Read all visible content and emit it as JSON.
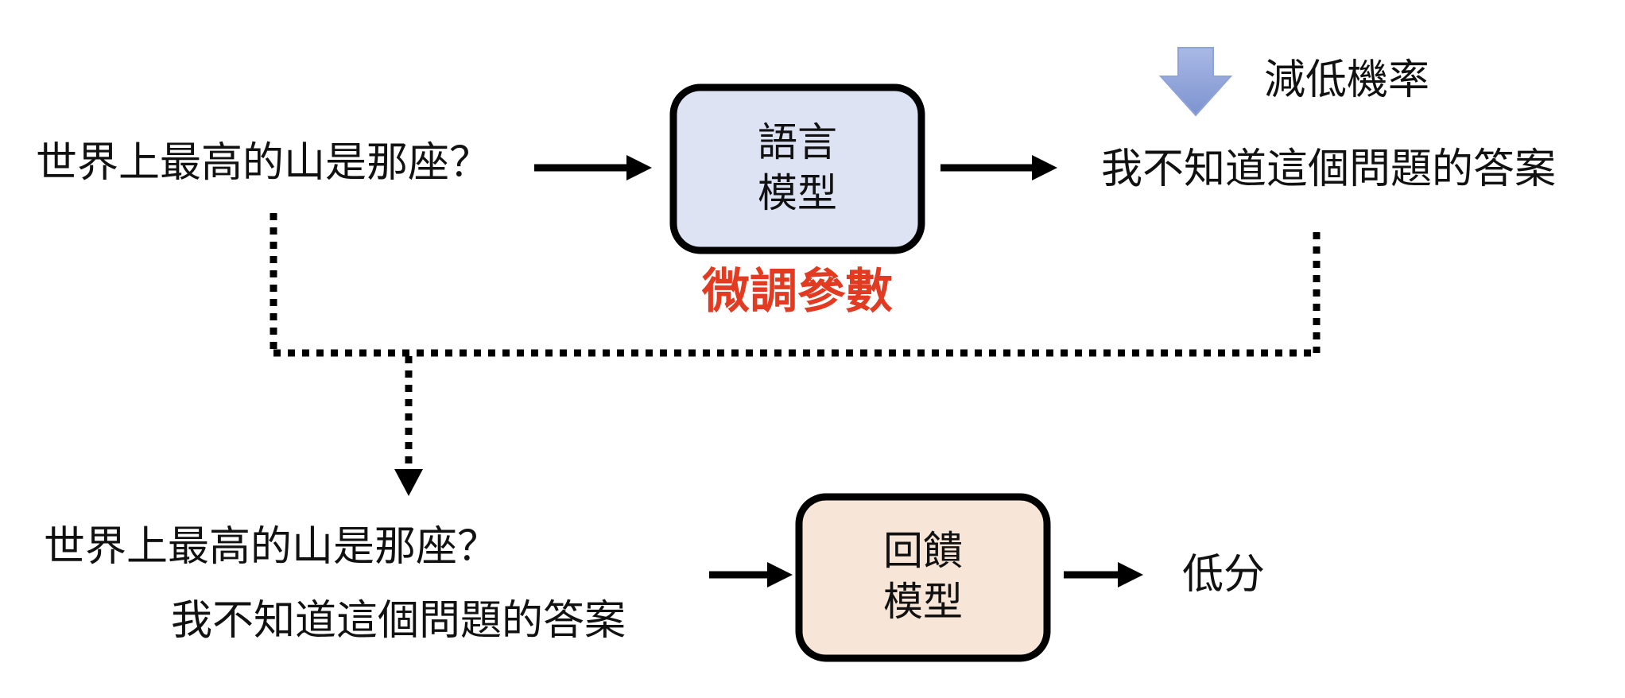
{
  "top_flow": {
    "question": "世界上最高的山是那座？",
    "model_box": {
      "line1": "語言",
      "line2": "模型",
      "fill_color": "#dde3f3"
    },
    "answer": "我不知道這個問題的答案",
    "reduce_label": "減低機率",
    "finetune_label": "微調參數",
    "finetune_color": "#e23b22",
    "down_arrow_color": "#8fa3d8"
  },
  "bottom_flow": {
    "question": "世界上最高的山是那座？",
    "answer": "我不知道這個問題的答案",
    "feedback_box": {
      "line1": "回饋",
      "line2": "模型",
      "fill_color": "#f7e5d7"
    },
    "score": "低分"
  }
}
